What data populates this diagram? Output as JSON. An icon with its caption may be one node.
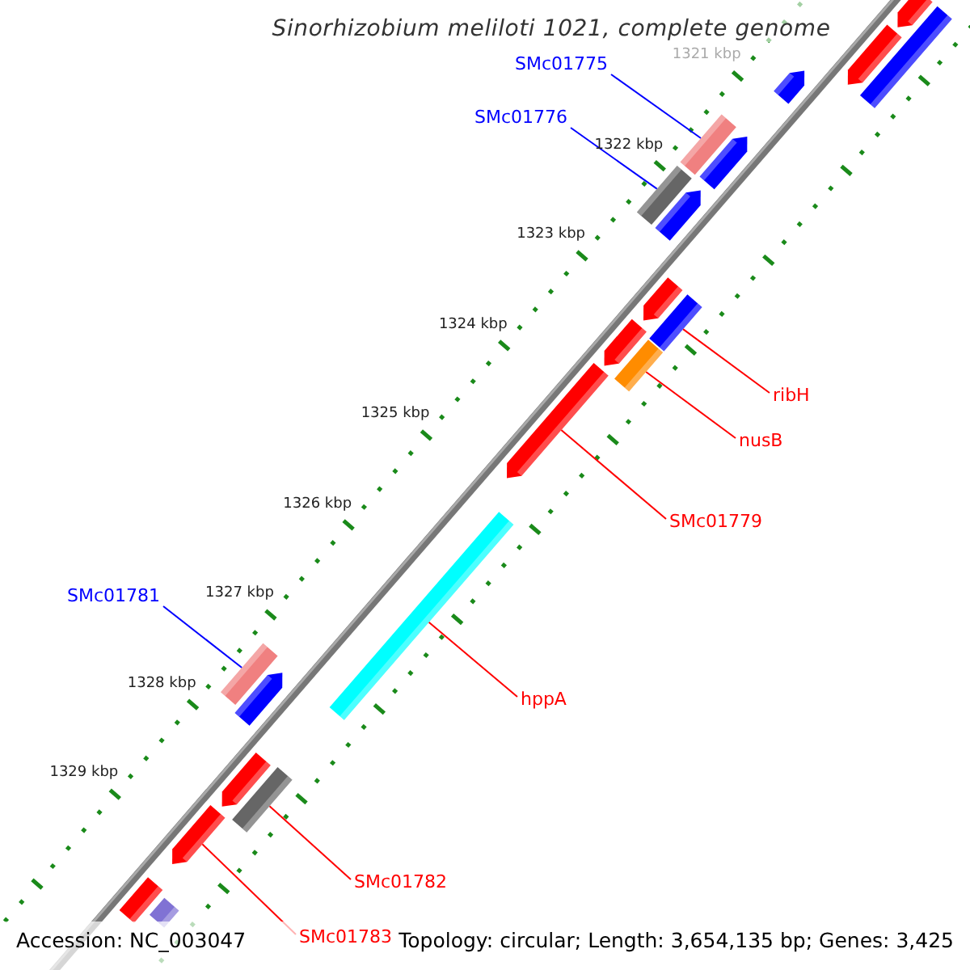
{
  "diagram": {
    "title": "Sinorhizobium meliloti 1021, complete genome",
    "nodes": [
      {
        "text": [
          "SMc01775"
        ]
      },
      {
        "text": [],
        "shape": "box"
      },
      {
        "text": [
          "SMc01776"
        ]
      },
      {
        "text": [],
        "shape": "box"
      },
      {
        "text": [
          "ribH"
        ]
      },
      {
        "text": [],
        "shape": "box"
      },
      {
        "text": [
          "nusB"
        ]
      },
      {
        "text": [],
        "shape": "box"
      },
      {
        "text": [
          "SMc01779"
        ]
      },
      {
        "text": [],
        "shape": "arrow"
      },
      {
        "text": [
          "SMc01781"
        ]
      },
      {
        "text": [],
        "shape": "box"
      },
      {
        "text": [
          "hppA"
        ]
      },
      {
        "text": [],
        "shape": "box"
      },
      {
        "text": [
          "SMc01782"
        ]
      },
      {
        "text": [],
        "shape": "box"
      },
      {
        "text": [
          "SMc01783"
        ]
      },
      {
        "text": [],
        "shape": "arrow"
      },
      {
        "text": [],
        "shape": "arrow"
      },
      {
        "text": [],
        "shape": "arrow"
      },
      {
        "text": [],
        "shape": "box"
      },
      {
        "text": [],
        "shape": "arrow"
      },
      {
        "text": [],
        "shape": "arrow"
      },
      {
        "text": [],
        "shape": "arrow"
      },
      {
        "text": [],
        "shape": "arrow"
      },
      {
        "text": [],
        "shape": "arrow"
      },
      {
        "text": [],
        "shape": "arrow"
      },
      {
        "text": [],
        "shape": "arrow"
      },
      {
        "text": [],
        "shape": "box"
      },
      {
        "text": [],
        "shape": "box"
      }
    ],
    "edges": [
      {
        "from": 0,
        "to": 1,
        "arrow": "none",
        "color": "#0000ff"
      },
      {
        "from": 2,
        "to": 3,
        "arrow": "none",
        "color": "#0000ff"
      },
      {
        "from": 4,
        "to": 5,
        "arrow": "none"
      },
      {
        "from": 6,
        "to": 7,
        "arrow": "none"
      },
      {
        "from": 8,
        "to": 9,
        "arrow": "none"
      },
      {
        "from": 10,
        "to": 11,
        "arrow": "none",
        "color": "#0000ff"
      },
      {
        "from": 12,
        "to": 13,
        "arrow": "none"
      },
      {
        "from": 14,
        "to": 15,
        "arrow": "none"
      },
      {
        "from": 16,
        "to": 17,
        "arrow": "none"
      }
    ],
    "labels": [
      "1321 kbp",
      "1322 kbp",
      "1323 kbp",
      "1324 kbp",
      "1325 kbp",
      "1326 kbp",
      "1327 kbp",
      "1328 kbp",
      "1329 kbp",
      "Accession: NC_003047",
      "Topology: circular; Length: 3,654,135 bp; Genes: 3,425"
    ]
  }
}
